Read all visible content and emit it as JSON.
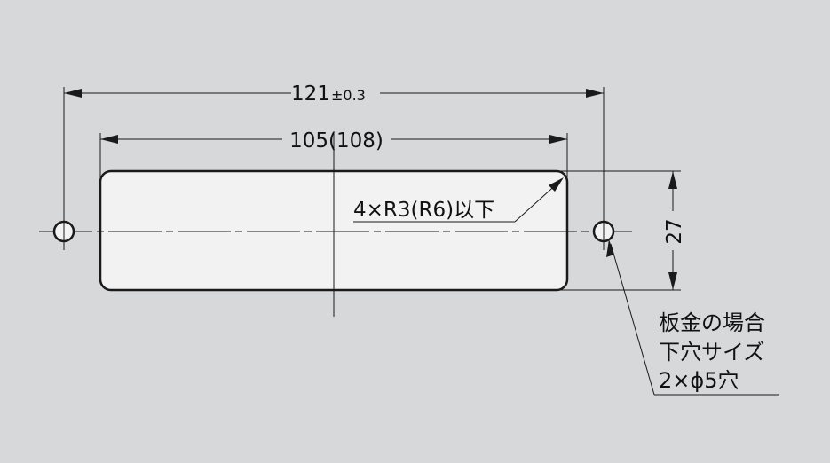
{
  "dimensions": {
    "overall_width": {
      "value": "121",
      "tolerance": "±0.3"
    },
    "cutout_width": "105(108)",
    "height": "27",
    "corner_radius": "4×R3(R6)以下"
  },
  "note": {
    "line1": "板金の場合",
    "line2": "下穴サイズ",
    "line3": "2×ϕ5穴"
  },
  "colors": {
    "background": "#d7d8d9",
    "plate": "#f2f2f2",
    "line": "#1a1a1a"
  }
}
